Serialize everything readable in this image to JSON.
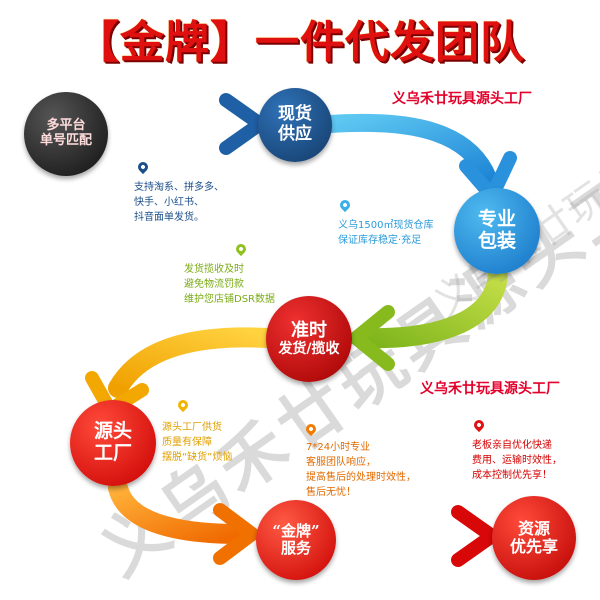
{
  "title": "【金牌】一件代发团队",
  "brand_line_1": "义乌禾廿玩具源头工厂",
  "brand_line_2": "义乌禾廿玩具源头工厂",
  "watermark": "义乌禾廿玩具源头工厂",
  "nodes": {
    "multi_platform": {
      "line1": "多平台",
      "line2": "单号匹配",
      "color": "#222222"
    },
    "in_stock": {
      "line1": "现货",
      "line2": "供应",
      "color": "#1b4f8a"
    },
    "packaging": {
      "line1": "专业",
      "line2": "包装",
      "color": "#1e8fd8"
    },
    "on_time": {
      "line1": "准时",
      "line2": "发货/揽收",
      "color": "#8fc21f"
    },
    "source": {
      "line1": "源头",
      "line2": "工厂",
      "color": "#f0a800"
    },
    "gold": {
      "line1": "“金牌”",
      "line2": "服务",
      "color": "#f07b00"
    },
    "priority": {
      "line1": "资源",
      "line2": "优先享",
      "color": "#e01010"
    }
  },
  "notes": {
    "platforms": [
      "支持淘系、拼多多、",
      "快手、小红书、",
      "抖音面单发货。"
    ],
    "warehouse": [
      "义乌1500㎡现货仓库",
      "保证库存稳定·充足"
    ],
    "shipping": [
      "发货揽收及时",
      "避免物流罚款",
      "维护您店铺DSR数据"
    ],
    "factory": [
      "源头工厂供货",
      "质量有保障",
      "摆脱“缺货”烦恼"
    ],
    "service": [
      "7*24小时专业",
      "客服团队响应，",
      "提高售后的处理时效性，",
      "售后无忧！"
    ],
    "boss": [
      "老板亲自优化快递",
      "费用、运输时效性，",
      "成本控制优先享！"
    ]
  },
  "colors": {
    "dark_blue": "#1b4f8a",
    "light_blue": "#3aaee8",
    "green": "#8fc21f",
    "yellow": "#f3b400",
    "orange": "#f07b00",
    "red": "#e01010"
  }
}
